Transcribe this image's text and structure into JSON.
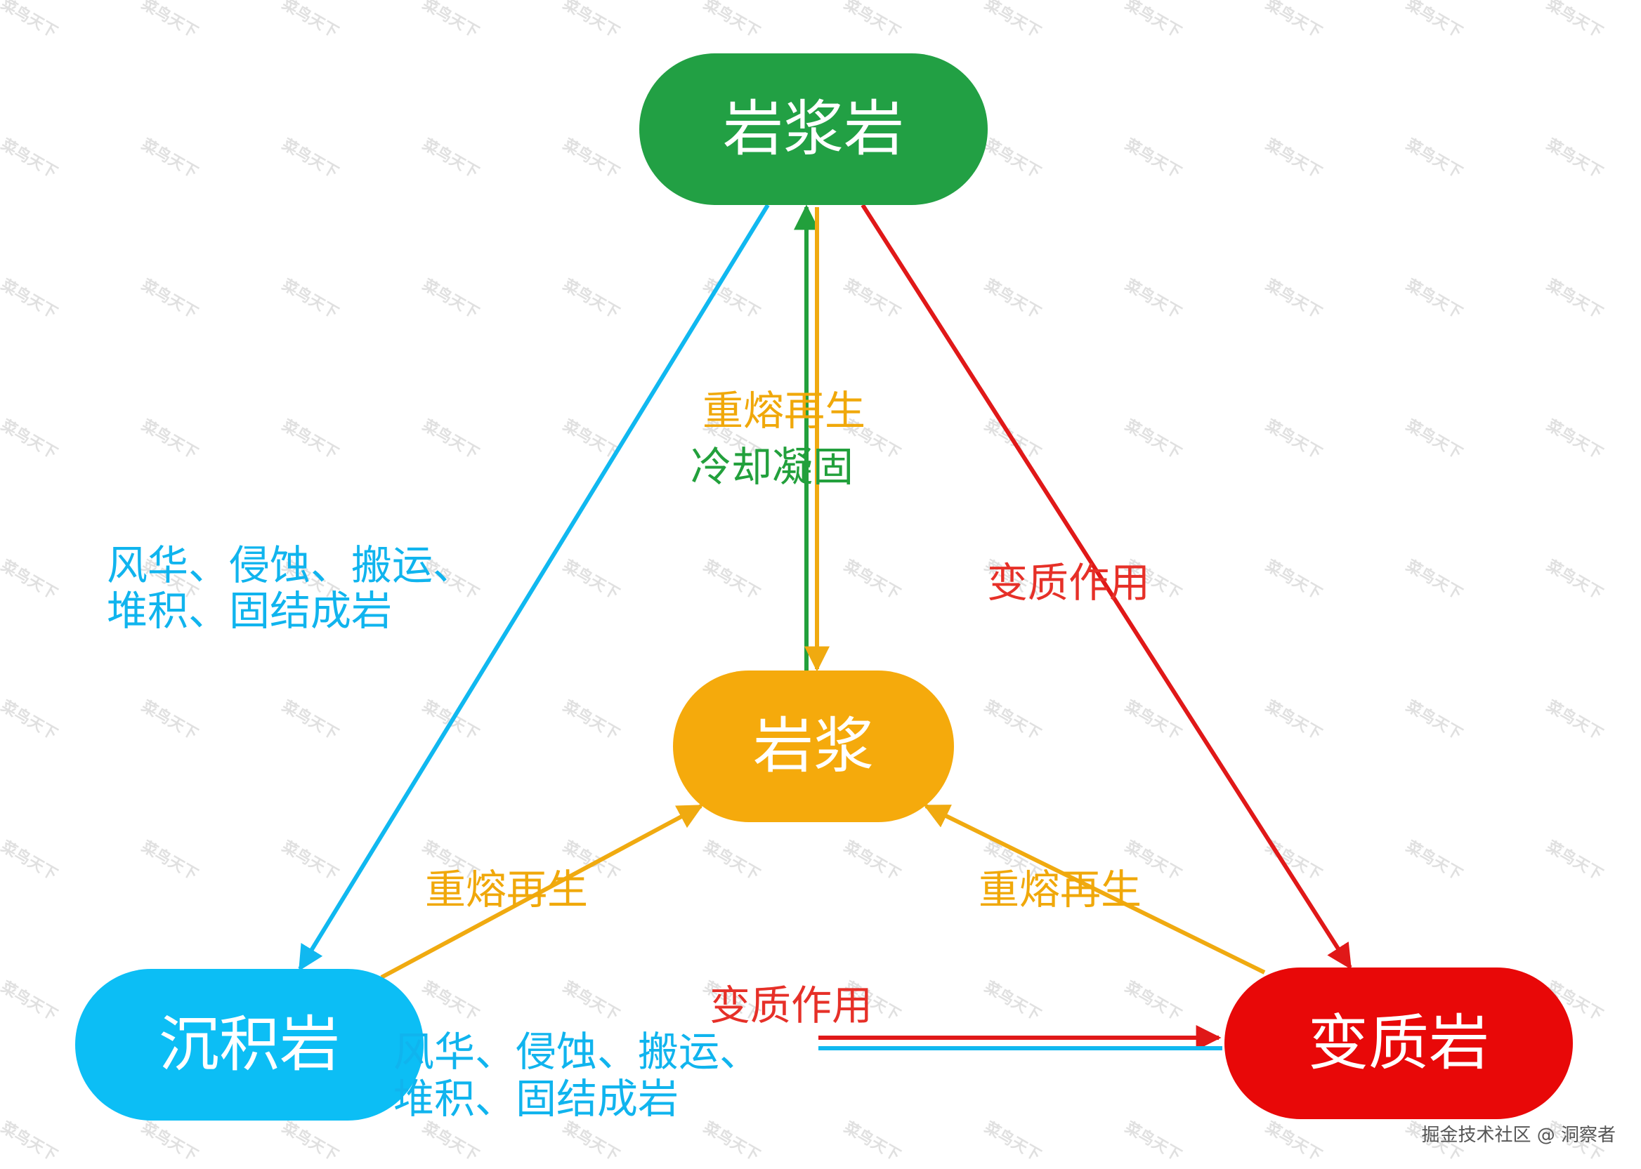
{
  "nodes": {
    "igneous": {
      "label": "岩浆岩",
      "color": "#22a044"
    },
    "magma": {
      "label": "岩浆",
      "color": "#f5aa0c"
    },
    "sedimentary": {
      "label": "沉积岩",
      "color": "#0cbef5"
    },
    "metamorphic": {
      "label": "变质岩",
      "color": "#e80808"
    }
  },
  "edges": {
    "remelt_center": "重熔再生",
    "cool_center": "冷却凝固",
    "weathering_left": [
      "风华、侵蚀、搬运、",
      "堆积、固结成岩"
    ],
    "metamorphism_right": "变质作用",
    "remelt_left": "重熔再生",
    "remelt_right": "重熔再生",
    "metamorphism_bottom": "变质作用",
    "weathering_bottom": [
      "风华、侵蚀、搬运、",
      "堆积、固结成岩"
    ]
  },
  "colors": {
    "blue_arrow": "#10b8f0",
    "red_arrow": "#e01818",
    "orange_arrow": "#f0aa10",
    "green_arrow": "#22a03c"
  },
  "watermark": "菜鸟天下",
  "credit": "掘金技术社区 @ 洞察者"
}
